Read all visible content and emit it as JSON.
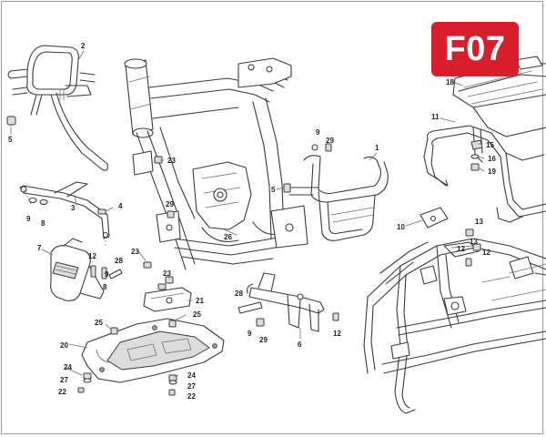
{
  "page": {
    "code": "F07",
    "badge_color": "#d81e2a",
    "frame_color": "#9a9a9a",
    "line_color": "#3a3a3a"
  },
  "callouts": {
    "c1": "1",
    "c2": "2",
    "c3": "3",
    "c4": "4",
    "c5a": "5",
    "c5b": "5",
    "c6": "6",
    "c7": "7",
    "c8a": "8",
    "c8b": "8",
    "c9a": "9",
    "c9b": "9",
    "c9c": "9",
    "c9d": "9",
    "c10": "10",
    "c11": "11",
    "c12a": "12",
    "c12b": "12",
    "c12c": "12",
    "c12d": "12",
    "c13a": "13",
    "c13b": "13",
    "c15": "15",
    "c16": "16",
    "c18": "18",
    "c19": "19",
    "c20": "20",
    "c21": "21",
    "c22a": "22",
    "c22b": "22",
    "c23a": "23",
    "c23b": "23",
    "c23c": "23",
    "c24a": "24",
    "c24b": "24",
    "c25a": "25",
    "c25b": "25",
    "c26": "26",
    "c27a": "27",
    "c27b": "27",
    "c28a": "28",
    "c28b": "28",
    "c29a": "29",
    "c29b": "29",
    "c29c": "29"
  },
  "icons": [
    "fastener",
    "washer",
    "nut",
    "bolt"
  ]
}
